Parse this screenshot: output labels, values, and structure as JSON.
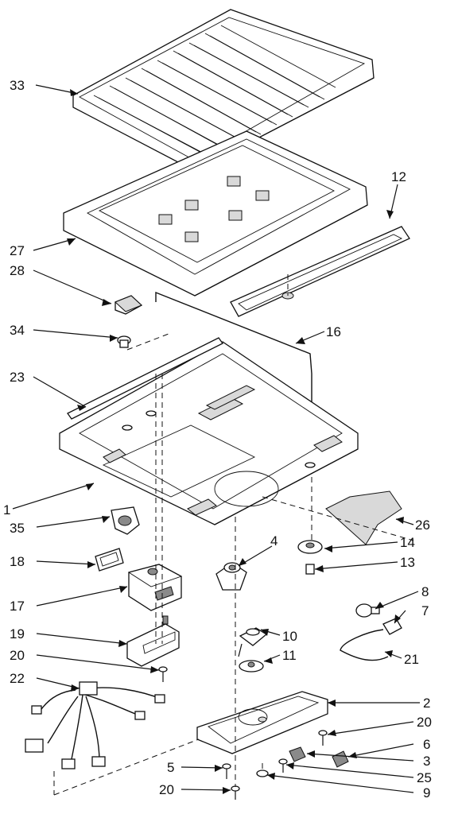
{
  "callouts": {
    "c33": "33",
    "c12": "12",
    "c27": "27",
    "c28": "28",
    "c34": "34",
    "c16": "16",
    "c23": "23",
    "c1": "1",
    "c26": "26",
    "c4": "4",
    "c14": "14",
    "c13": "13",
    "c35": "35",
    "c18": "18",
    "c17": "17",
    "c19": "19",
    "c8": "8",
    "c7": "7",
    "c10": "10",
    "c11": "11",
    "c20a": "20",
    "c21": "21",
    "c22": "22",
    "c2": "2",
    "c20b": "20",
    "c6": "6",
    "c3": "3",
    "c5": "5",
    "c25": "25",
    "c20c": "20",
    "c9": "9"
  },
  "colors": {
    "line": "#111111",
    "background": "#ffffff",
    "shade": "#d9d9d9"
  }
}
